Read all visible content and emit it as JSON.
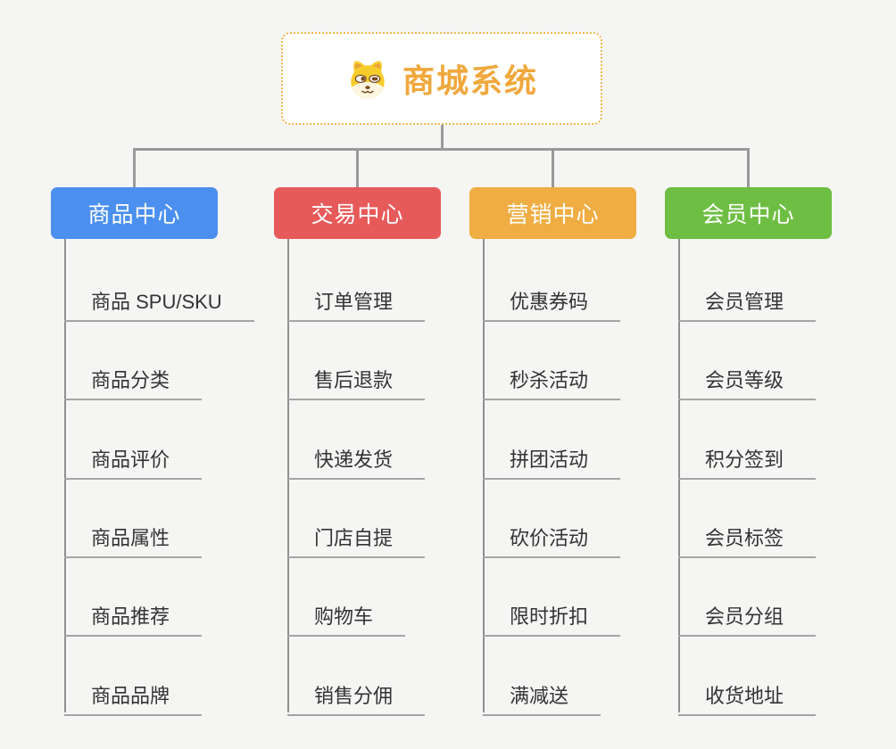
{
  "root": {
    "title": "商城系统",
    "icon": "dog-mascot-icon"
  },
  "branches": [
    {
      "label": "商品中心",
      "color": "#4b90ee",
      "items": [
        "商品 SPU/SKU",
        "商品分类",
        "商品评价",
        "商品属性",
        "商品推荐",
        "商品品牌"
      ]
    },
    {
      "label": "交易中心",
      "color": "#e75a5a",
      "items": [
        "订单管理",
        "售后退款",
        "快递发货",
        "门店自提",
        "购物车",
        "销售分佣"
      ]
    },
    {
      "label": "营销中心",
      "color": "#efad43",
      "items": [
        "优惠券码",
        "秒杀活动",
        "拼团活动",
        "砍价活动",
        "限时折扣",
        "满减送"
      ]
    },
    {
      "label": "会员中心",
      "color": "#6fbe44",
      "items": [
        "会员管理",
        "会员等级",
        "积分签到",
        "会员标签",
        "会员分组",
        "收货地址"
      ]
    }
  ],
  "colors": {
    "background": "#f5f5f4",
    "root_accent": "#f0a83c",
    "root_border": "#f3b64c",
    "connector_line": "#999999",
    "subtree_line": "#8f8f8f",
    "item_underline": "#a5a5a5",
    "item_text": "#333333",
    "mascot_yellow": "#f7cd2d",
    "mascot_cream": "#fdf6e0",
    "mascot_brown": "#7a4b22"
  }
}
